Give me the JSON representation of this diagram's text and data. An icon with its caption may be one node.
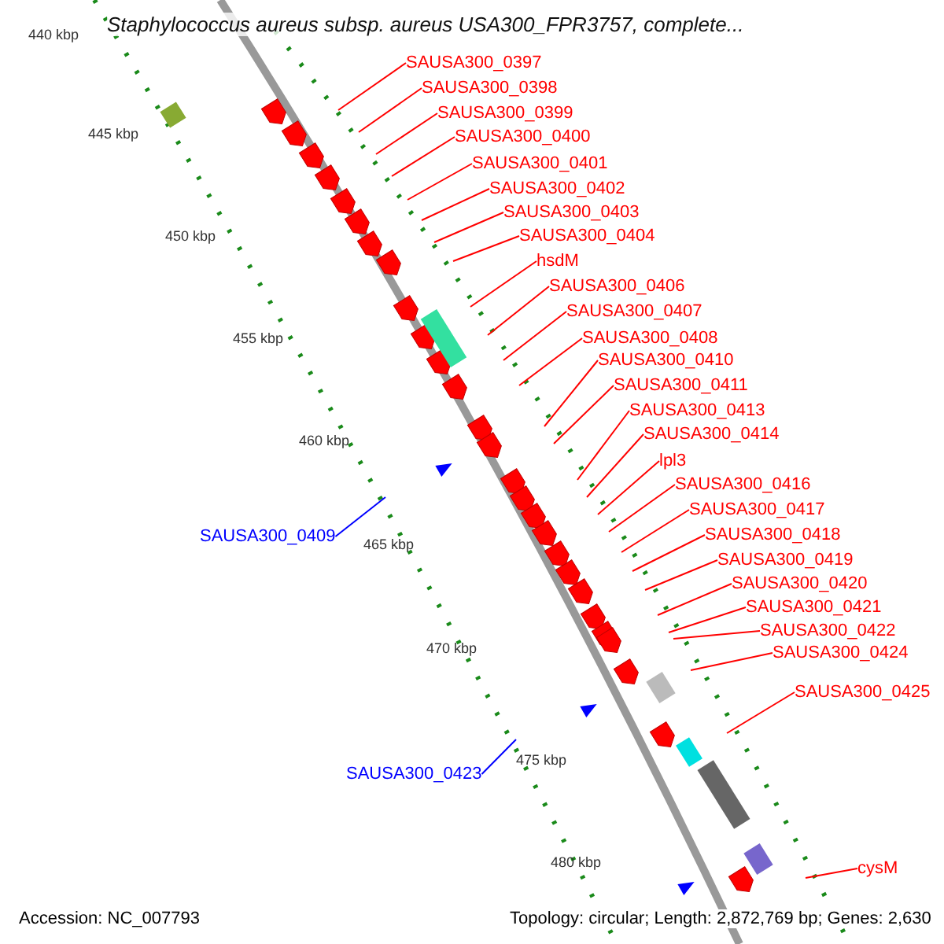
{
  "diagram": {
    "title": "Staphylococcus aureus subsp. aureus USA300_FPR3757, complete...",
    "nodes": [
      {
        "text": [
          "SAUSA300_0397"
        ]
      },
      {
        "text": [
          "SAUSA300_0398"
        ]
      },
      {
        "text": [
          "SAUSA300_0399"
        ]
      },
      {
        "text": [
          "SAUSA300_0400"
        ]
      },
      {
        "text": [
          "SAUSA300_0401"
        ]
      },
      {
        "text": [
          "SAUSA300_0402"
        ]
      },
      {
        "text": [
          "SAUSA300_0403"
        ]
      },
      {
        "text": [
          "SAUSA300_0404"
        ]
      },
      {
        "text": [
          "hsdM"
        ]
      },
      {
        "text": [
          "SAUSA300_0406"
        ]
      },
      {
        "text": [
          "SAUSA300_0407"
        ]
      },
      {
        "text": [
          "SAUSA300_0408"
        ]
      },
      {
        "text": [
          "SAUSA300_0410"
        ]
      },
      {
        "text": [
          "SAUSA300_0411"
        ]
      },
      {
        "text": [
          "SAUSA300_0413"
        ]
      },
      {
        "text": [
          "SAUSA300_0414"
        ]
      },
      {
        "text": [
          "lpl3"
        ]
      },
      {
        "text": [
          "SAUSA300_0416"
        ]
      },
      {
        "text": [
          "SAUSA300_0417"
        ]
      },
      {
        "text": [
          "SAUSA300_0418"
        ]
      },
      {
        "text": [
          "SAUSA300_0409"
        ]
      },
      {
        "text": [
          "SAUSA300_0419"
        ]
      },
      {
        "text": [
          "SAUSA300_0420"
        ]
      },
      {
        "text": [
          "SAUSA300_0421"
        ]
      },
      {
        "text": [
          "SAUSA300_0422"
        ]
      },
      {
        "text": [
          "SAUSA300_0424"
        ]
      },
      {
        "text": [
          "SAUSA300_0425"
        ]
      },
      {
        "text": [
          "SAUSA300_0423"
        ]
      },
      {
        "text": [
          "cysM"
        ]
      }
    ],
    "edges": [
      {
        "from": 0,
        "to": null,
        "arrow": "none"
      },
      {
        "from": 1,
        "to": null,
        "arrow": "none"
      },
      {
        "from": 2,
        "to": null,
        "arrow": "none"
      },
      {
        "from": 3,
        "to": null,
        "arrow": "none"
      },
      {
        "from": 4,
        "to": null,
        "arrow": "none"
      },
      {
        "from": 5,
        "to": null,
        "arrow": "none"
      },
      {
        "from": 6,
        "to": null,
        "arrow": "none"
      },
      {
        "from": 7,
        "to": null,
        "arrow": "none"
      },
      {
        "from": 8,
        "to": null,
        "arrow": "none"
      },
      {
        "from": 9,
        "to": null,
        "arrow": "none"
      },
      {
        "from": 10,
        "to": null,
        "arrow": "none"
      },
      {
        "from": 11,
        "to": null,
        "arrow": "none"
      },
      {
        "from": 12,
        "to": null,
        "arrow": "none"
      },
      {
        "from": 13,
        "to": null,
        "arrow": "none"
      },
      {
        "from": 14,
        "to": null,
        "arrow": "none"
      },
      {
        "from": 15,
        "to": null,
        "arrow": "none"
      },
      {
        "from": 16,
        "to": null,
        "arrow": "none"
      },
      {
        "from": 17,
        "to": null,
        "arrow": "none"
      },
      {
        "from": 18,
        "to": null,
        "arrow": "none"
      },
      {
        "from": 19,
        "to": null,
        "arrow": "none"
      },
      {
        "from": 20,
        "to": null,
        "arrow": "none",
        "color": "#0000ff"
      },
      {
        "from": 21,
        "to": null,
        "arrow": "none"
      },
      {
        "from": 22,
        "to": null,
        "arrow": "none"
      },
      {
        "from": 23,
        "to": null,
        "arrow": "none"
      },
      {
        "from": 24,
        "to": null,
        "arrow": "none"
      },
      {
        "from": 25,
        "to": null,
        "arrow": "none"
      },
      {
        "from": 26,
        "to": null,
        "arrow": "none"
      },
      {
        "from": 27,
        "to": null,
        "arrow": "none",
        "color": "#0000ff"
      },
      {
        "from": 28,
        "to": null,
        "arrow": "none"
      }
    ],
    "labels": [
      "440 kbp",
      "445 kbp",
      "450 kbp",
      "455 kbp",
      "460 kbp",
      "465 kbp",
      "470 kbp",
      "475 kbp",
      "480 kbp",
      "Accession: NC_007793",
      "Topology: circular; Length: 2,872,769 bp; Genes: 2,630"
    ]
  }
}
